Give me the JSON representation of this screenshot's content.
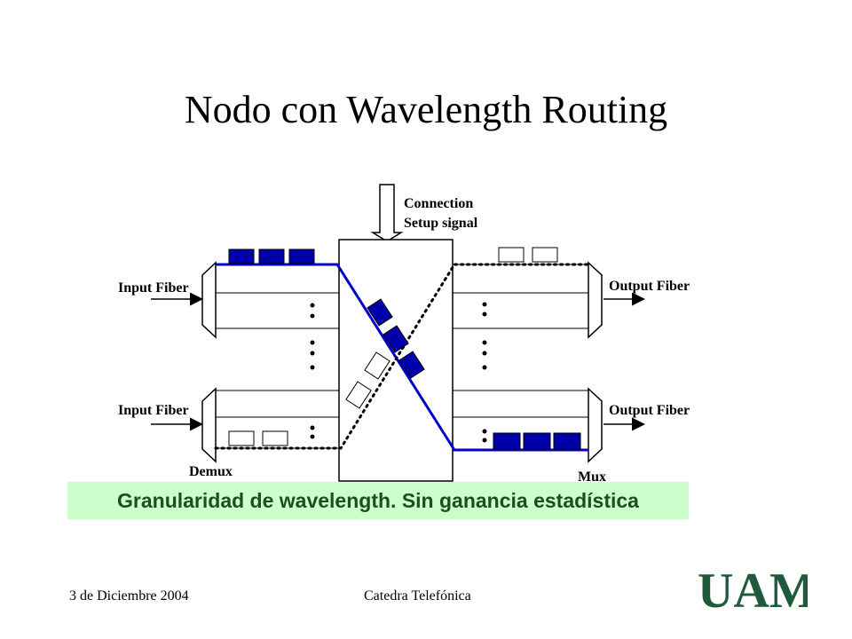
{
  "slide": {
    "title": "Nodo con Wavelength Routing",
    "banner": "Granularidad de wavelength. Sin ganancia estadística",
    "footer_date": "3 de Diciembre 2004",
    "footer_center": "Catedra Telefónica"
  },
  "diagram": {
    "labels": {
      "connection_line1": "Connection",
      "connection_line2": "Setup signal",
      "input_fiber": "Input Fiber",
      "output_fiber": "Output Fiber",
      "demux": "Demux",
      "mux": "Mux"
    },
    "colors": {
      "lightpath": "#0000cc",
      "packet_fill": "#0000aa",
      "banner_bg": "#ccffcc",
      "banner_text": "#1e4d1e",
      "logo_green": "#1f5a3a"
    }
  },
  "logo": {
    "text": "UAM"
  }
}
